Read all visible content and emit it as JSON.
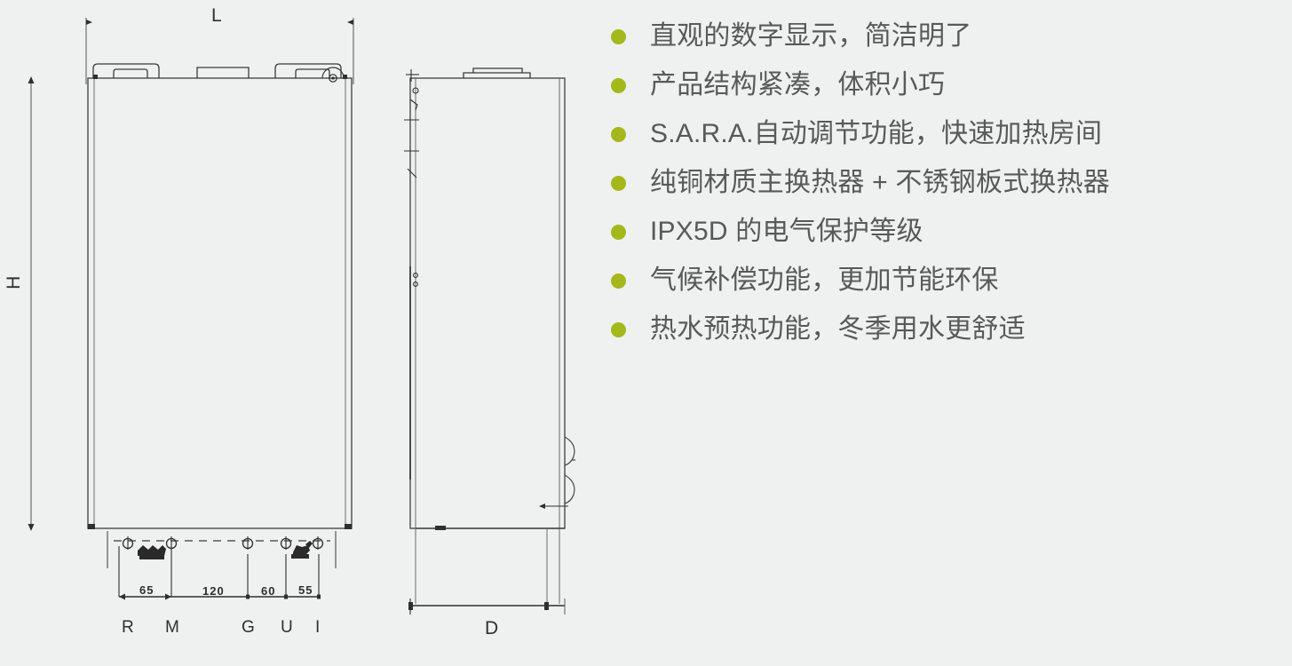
{
  "background_color": "#eff0f0",
  "drawing": {
    "name": "wall-hung-boiler-dimension-drawing",
    "line_color": "#3a3a3a",
    "views": {
      "front": {
        "label": "front-view"
      },
      "side": {
        "label": "side-view"
      }
    },
    "overall_dimensions": [
      {
        "id": "L",
        "label": "L",
        "orientation": "horizontal",
        "view": "front",
        "meaning": "width"
      },
      {
        "id": "H",
        "label": "H",
        "orientation": "vertical",
        "view": "front",
        "meaning": "height"
      },
      {
        "id": "D",
        "label": "D",
        "orientation": "horizontal",
        "view": "side",
        "meaning": "depth"
      }
    ],
    "connection_spacings": [
      {
        "value": "65"
      },
      {
        "value": "120"
      },
      {
        "value": "60"
      },
      {
        "value": "55"
      }
    ],
    "connection_labels": [
      {
        "id": "R",
        "label": "R"
      },
      {
        "id": "M",
        "label": "M"
      },
      {
        "id": "G",
        "label": "G"
      },
      {
        "id": "U",
        "label": "U"
      },
      {
        "id": "I",
        "label": "I"
      }
    ]
  },
  "features": {
    "bullet_color": "#a5b81b",
    "text_color": "#595959",
    "items": [
      {
        "text": "直观的数字显示，简洁明了"
      },
      {
        "text": "产品结构紧凑，体积小巧"
      },
      {
        "text": "S.A.R.A.自动调节功能，快速加热房间"
      },
      {
        "text": "纯铜材质主换热器 + 不锈钢板式换热器"
      },
      {
        "text": "IPX5D 的电气保护等级"
      },
      {
        "text": "气候补偿功能，更加节能环保"
      },
      {
        "text": "热水预热功能，冬季用水更舒适"
      }
    ]
  }
}
